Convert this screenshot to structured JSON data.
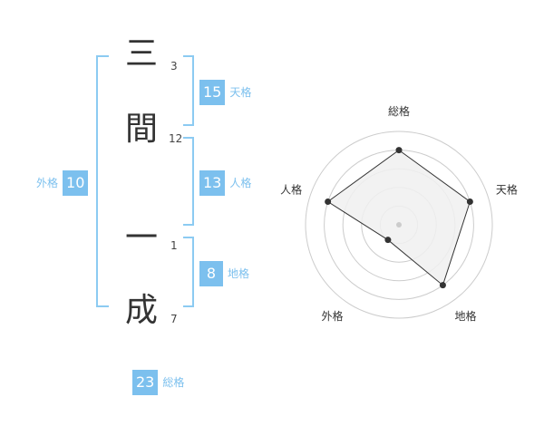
{
  "name": {
    "chars": [
      {
        "char": "三",
        "strokes": "3"
      },
      {
        "char": "間",
        "strokes": "12"
      },
      {
        "char": "一",
        "strokes": "1"
      },
      {
        "char": "成",
        "strokes": "7"
      }
    ]
  },
  "fortunes": {
    "tenkaku": {
      "value": "15",
      "label": "天格"
    },
    "jinkaku": {
      "value": "13",
      "label": "人格"
    },
    "chikaku": {
      "value": "8",
      "label": "地格"
    },
    "gaikaku": {
      "value": "10",
      "label": "外格"
    },
    "soukaku": {
      "value": "23",
      "label": "総格"
    }
  },
  "radar": {
    "axes": [
      "総格",
      "天格",
      "地格",
      "外格",
      "人格"
    ],
    "levels": 5,
    "values": [
      4,
      4,
      4,
      1,
      4
    ],
    "colors": {
      "fill": "#f0f0f0",
      "line": "#333333",
      "ring": "#cccccc",
      "point": "#333333",
      "center": "#cccccc"
    }
  },
  "colors": {
    "accent": "#7cc0ee",
    "bracket": "#8ccbf2"
  }
}
